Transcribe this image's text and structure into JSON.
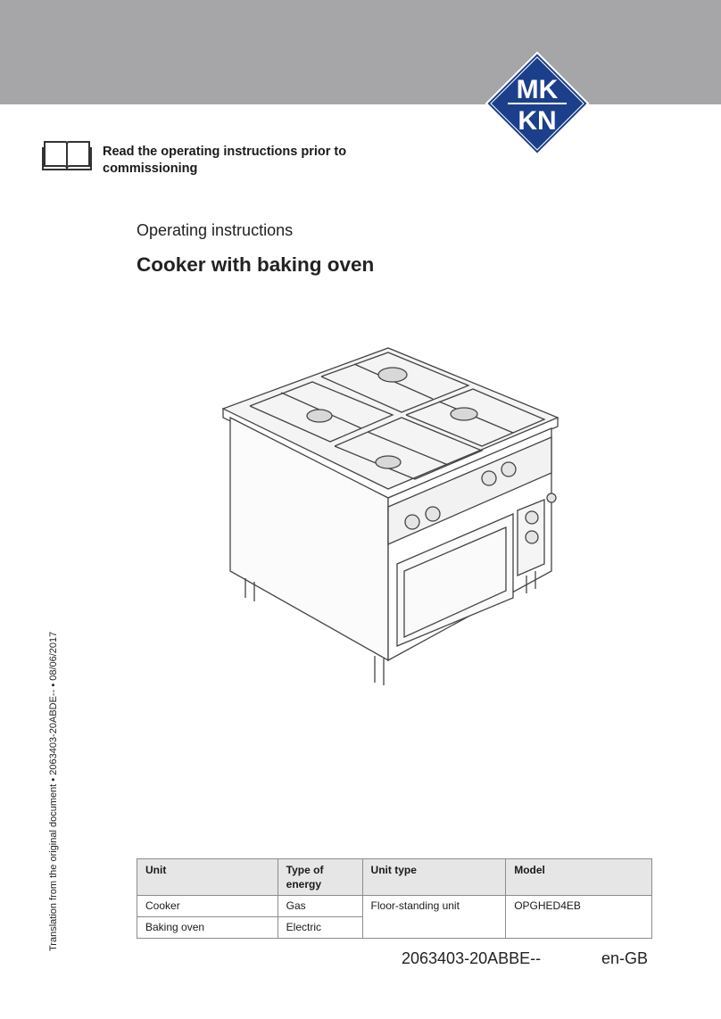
{
  "logo": {
    "line1": "MK",
    "line2": "KN",
    "color": "#1b3f8a"
  },
  "notice": {
    "icon": "book-icon",
    "text": "Read the operating instructions prior to commissioning"
  },
  "document": {
    "subtitle": "Operating instructions",
    "title": "Cooker with baking oven"
  },
  "side_note": "Translation from the original document • 2063403-20ABDE-- • 08/06/2017",
  "table": {
    "headers": [
      "Unit",
      "Type of energy",
      "Unit type",
      "Model"
    ],
    "rows": [
      [
        "Cooker",
        "Gas",
        "Floor-standing unit",
        "OPGHED4EB"
      ],
      [
        "Baking oven",
        "Electric",
        "",
        ""
      ]
    ]
  },
  "footer": {
    "doc_number": "2063403-20ABBE--",
    "language": "en-GB"
  }
}
